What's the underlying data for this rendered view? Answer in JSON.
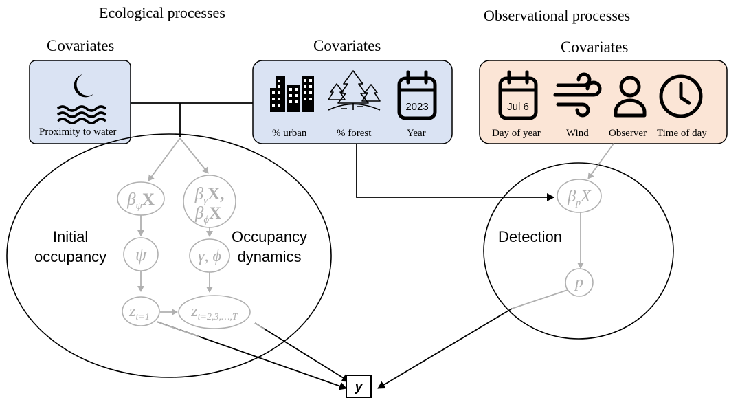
{
  "sections": {
    "ecological": "Ecological processes",
    "observational": "Observational processes"
  },
  "covariate_headings": {
    "water": "Covariates",
    "landscape": "Covariates",
    "observation": "Covariates"
  },
  "covariates": {
    "proximity_to_water": "Proximity to water",
    "urban": "% urban",
    "forest": "% forest",
    "year": "Year",
    "year_icon_text": "2023",
    "day_of_year": "Day of year",
    "day_icon_text": "Jul 6",
    "wind": "Wind",
    "observer": "Observer",
    "time_of_day": "Time of day"
  },
  "submodels": {
    "initial_occupancy": "Initial\noccupancy",
    "occupancy_dynamics": "Occupancy\ndynamics",
    "detection": "Detection"
  },
  "nodes": {
    "beta_psi": {
      "base": "β",
      "sub": "ψ",
      "tail": "X"
    },
    "beta_gamma": {
      "base": "β",
      "sub": "γ",
      "tail": "X,"
    },
    "beta_phi": {
      "base": "β",
      "sub": "ϕ",
      "tail": "X"
    },
    "psi": "ψ",
    "gamma_phi": "γ, ϕ",
    "z1": {
      "base": "z",
      "sub": "t=1"
    },
    "zT": {
      "base": "z",
      "sub": "t=2,3,…,T"
    },
    "beta_p": {
      "base": "β",
      "sub": "p",
      "tail": "X"
    },
    "p": "p",
    "y": "y"
  },
  "colors": {
    "blue_box": "#dae3f3",
    "orange_box": "#fbe5d6",
    "node_gray": "#b0b0b0",
    "line": "#000000"
  }
}
